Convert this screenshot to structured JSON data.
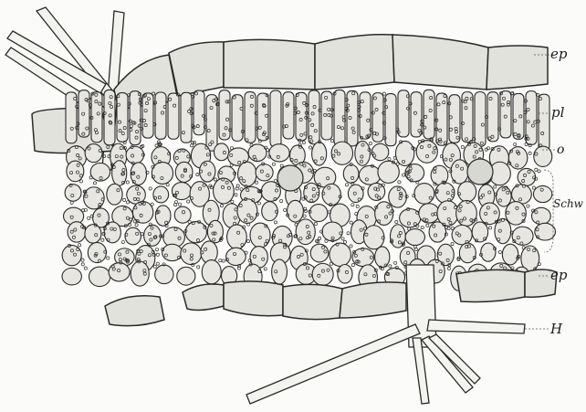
{
  "figure": {
    "ink_color": "#2a2a2a",
    "cell_fill": "#e7e6e1",
    "epidermis_fill": "#e2e2dc",
    "background": "#fbfbf9"
  },
  "labels": {
    "ep_top": "ep",
    "pl": "pl",
    "o": "o",
    "schw": "Schw",
    "ep_bottom": "ep",
    "h": "H"
  }
}
